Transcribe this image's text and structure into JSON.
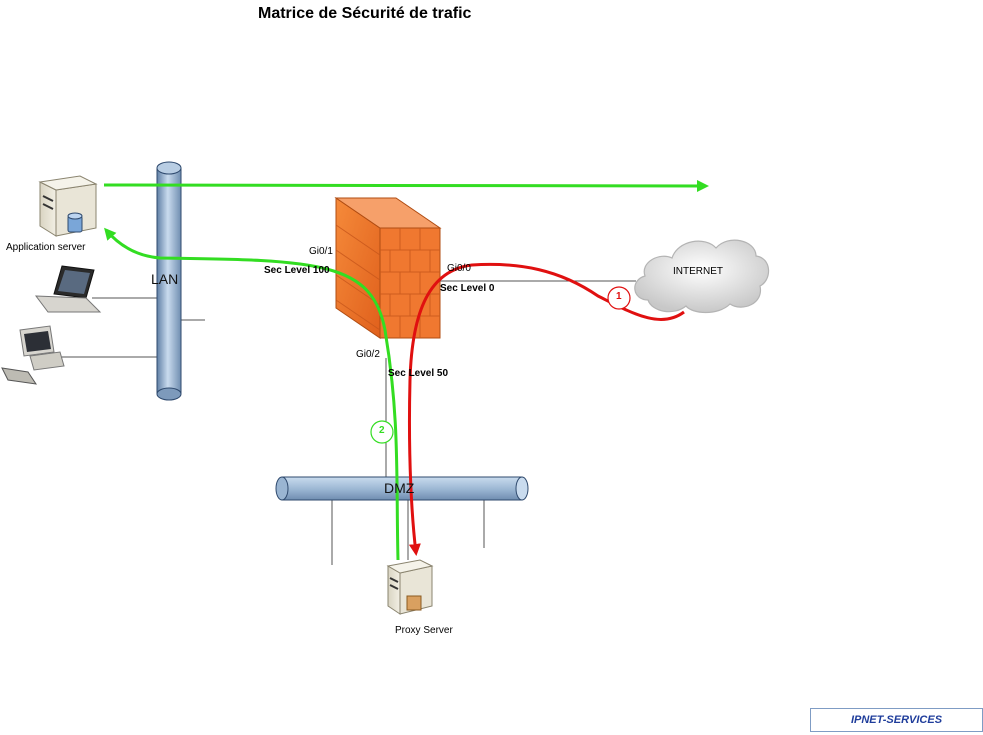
{
  "title": "Matrice de Sécurité de trafic",
  "segments": {
    "lan": "LAN",
    "dmz": "DMZ",
    "internet": "INTERNET"
  },
  "interfaces": {
    "gi0_1": "Gi0/1",
    "gi0_1_level": "Sec Level 100",
    "gi0_0": "Gi0/0",
    "gi0_0_level": "Sec Level 0",
    "gi0_2": "Gi0/2",
    "gi0_2_level": "Sec Level 50"
  },
  "devices": {
    "application_server": "Application server",
    "proxy_server": "Proxy Server"
  },
  "flows": [
    {
      "id": "flow-1",
      "label": "1",
      "color": "#e01010"
    },
    {
      "id": "flow-2",
      "label": "2",
      "color": "#33dd22"
    }
  ],
  "footer_badge": "IPNET-SERVICES",
  "colors": {
    "bus_fill": "#a6bfd8",
    "firewall": "#f07830",
    "red_flow": "#e01010",
    "green_flow": "#33dd22"
  }
}
